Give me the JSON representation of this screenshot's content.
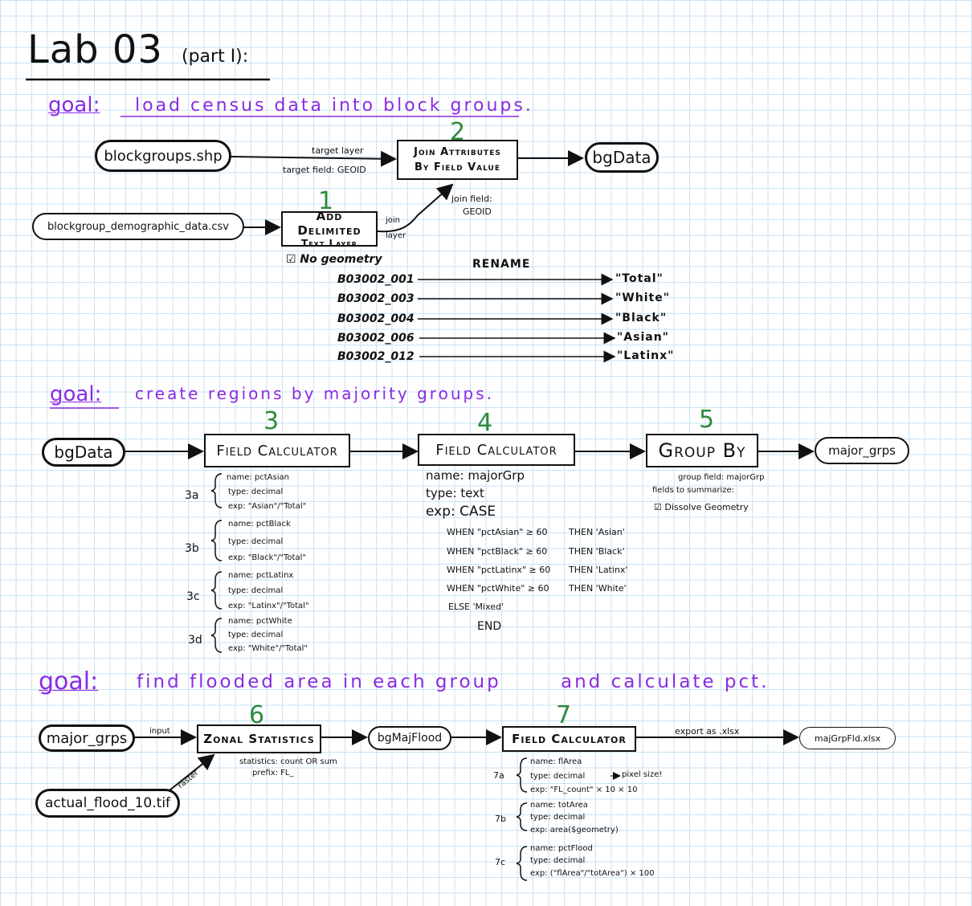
{
  "header": {
    "title": "Lab 03",
    "subtitle": "(part I):"
  },
  "goal1": {
    "goal_label": "goal:",
    "goal_text": "load census data into block groups.",
    "nodes": {
      "blockgroups": "blockgroups.shp",
      "demographic": "blockgroup_demographic_data.csv",
      "add_delimited_1": "Add Delimited",
      "add_delimited_2": "Text Layer",
      "join_1": "Join Attributes",
      "join_2": "By Field Value",
      "bgdata": "bgData"
    },
    "steps": {
      "s1": "1",
      "s2": "2"
    },
    "edge_labels": {
      "target_layer": "target layer",
      "target_field": "target field: GEOID",
      "join_field": "join field:",
      "join_field_value": "GEOID",
      "join": "join",
      "layer": "layer"
    },
    "no_geometry": "☑ No geometry",
    "rename_header": "RENAME",
    "renames": [
      {
        "from": "B03002_001",
        "to": "\"Total\""
      },
      {
        "from": "B03002_003",
        "to": "\"White\""
      },
      {
        "from": "B03002_004",
        "to": "\"Black\""
      },
      {
        "from": "B03002_006",
        "to": "\"Asian\""
      },
      {
        "from": "B03002_012",
        "to": "\"Latinx\""
      }
    ]
  },
  "goal2": {
    "goal_label": "goal:",
    "goal_text": "create regions by majority groups.",
    "nodes": {
      "bgdata": "bgData",
      "fc3": "Field Calculator",
      "fc4": "Field Calculator",
      "groupby": "Group By",
      "major": "major_grps"
    },
    "steps": {
      "s3": "3",
      "s4": "4",
      "s5": "5"
    },
    "calc3": [
      {
        "id": "3a",
        "name": "name: pctAsian",
        "type": "type: decimal",
        "exp": "exp: \"Asian\"/\"Total\""
      },
      {
        "id": "3b",
        "name": "name: pctBlack",
        "type": "type: decimal",
        "exp": "exp: \"Black\"/\"Total\""
      },
      {
        "id": "3c",
        "name": "name: pctLatinx",
        "type": "type: decimal",
        "exp": "exp: \"Latinx\"/\"Total\""
      },
      {
        "id": "3d",
        "name": "name: pctWhite",
        "type": "type: decimal",
        "exp": "exp: \"White\"/\"Total\""
      }
    ],
    "calc4": {
      "name": "name: majorGrp",
      "type": "type: text",
      "exp": "exp: CASE",
      "whens": [
        {
          "cond": "WHEN \"pctAsian\" ≥ 60",
          "then": "THEN 'Asian'"
        },
        {
          "cond": "WHEN \"pctBlack\" ≥ 60",
          "then": "THEN 'Black'"
        },
        {
          "cond": "WHEN \"pctLatinx\" ≥ 60",
          "then": "THEN 'Latinx'"
        },
        {
          "cond": "WHEN \"pctWhite\" ≥ 60",
          "then": "THEN 'White'"
        }
      ],
      "else": "ELSE 'Mixed'",
      "end": "END"
    },
    "groupby_info": {
      "group_field": "group field: majorGrp",
      "fields_to_summarize": "fields to summarize:",
      "dissolve": "☑ Dissolve Geometry"
    }
  },
  "goal3": {
    "goal_label": "goal:",
    "goal_text": "find flooded area in each group",
    "goal_text2": "and calculate pct.",
    "nodes": {
      "major": "major_grps",
      "flood": "actual_flood_10.tif",
      "zonal": "Zonal Statistics",
      "bgmaj": "bgMajFlood",
      "fc7": "Field Calculator",
      "out": "majGrpFld.xlsx"
    },
    "steps": {
      "s6": "6",
      "s7": "7"
    },
    "edge_labels": {
      "input": "input",
      "raster": "raster",
      "export": "export as .xlsx"
    },
    "zonal_info": {
      "stats": "statistics: count OR sum",
      "prefix": "prefix: FL_"
    },
    "calc7": [
      {
        "id": "7a",
        "name": "name: flArea",
        "type": "type: decimal",
        "exp": "exp: \"FL_count\" × 10 × 10",
        "note": "pixel size!"
      },
      {
        "id": "7b",
        "name": "name: totArea",
        "type": "type: decimal",
        "exp": "exp: area($geometry)"
      },
      {
        "id": "7c",
        "name": "name: pctFlood",
        "type": "type: decimal",
        "exp": "exp: (\"flArea\"/\"totArea\") × 100"
      }
    ]
  }
}
